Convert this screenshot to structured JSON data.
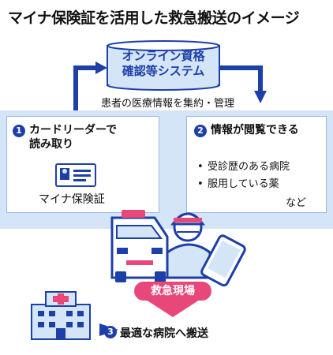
{
  "title": "マイナ保険証を活用した救急搬送のイメージ",
  "system": {
    "line1": "オンライン資格",
    "line2": "確認等システム"
  },
  "flow_label": "患者の医療情報を集約・管理",
  "steps": [
    {
      "number": "1",
      "line1": "カードリーダーで",
      "line2": "読み取り",
      "card_label": "マイナ保険証"
    },
    {
      "number": "2",
      "title": "情報が閲覧できる",
      "items": [
        "受診歴のある病院",
        "服用している薬"
      ],
      "suffix": "など"
    },
    {
      "number": "3",
      "title": "最適な病院へ搬送"
    }
  ],
  "scene_badge": "救急現場",
  "colors": {
    "accent_blue": "#1d3fa8",
    "light_blue": "#d4e5f8",
    "card_border": "#9ab8e6",
    "pink": "#e8477a"
  }
}
